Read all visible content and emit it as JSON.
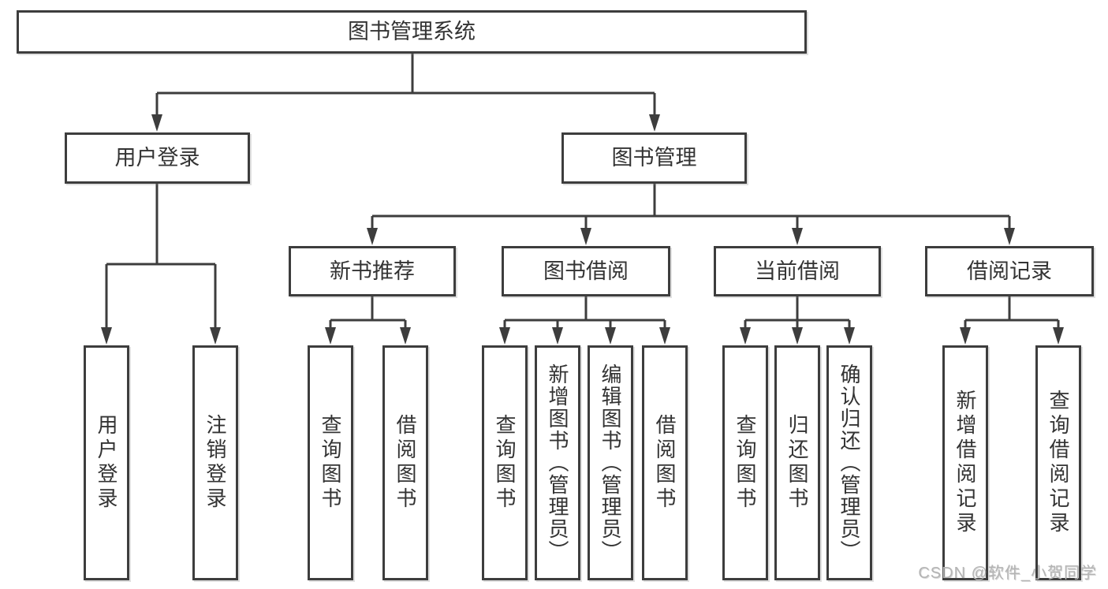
{
  "page": {
    "background_color": "#ffffff",
    "line_color": "#3d3d3d",
    "text_color": "#333333",
    "watermark": {
      "text": "CSDN @软件_小贺同学",
      "color": "#b4b4b4"
    }
  },
  "tree": {
    "root": {
      "label": "图书管理系统"
    },
    "branches": [
      {
        "label": "用户登录",
        "children": [
          {
            "label": "用户登录"
          },
          {
            "label": "注销登录"
          }
        ]
      },
      {
        "label": "图书管理",
        "children": [
          {
            "label": "新书推荐",
            "children": [
              {
                "label": "查询图书"
              },
              {
                "label": "借阅图书"
              }
            ]
          },
          {
            "label": "图书借阅",
            "children": [
              {
                "label": "查询图书"
              },
              {
                "label": "新增图书（管理员）"
              },
              {
                "label": "编辑图书（管理员）"
              },
              {
                "label": "借阅图书"
              }
            ]
          },
          {
            "label": "当前借阅",
            "children": [
              {
                "label": "查询图书"
              },
              {
                "label": "归还图书"
              },
              {
                "label": "确认归还（管理员）"
              }
            ]
          },
          {
            "label": "借阅记录",
            "children": [
              {
                "label": "新增借阅记录"
              },
              {
                "label": "查询借阅记录"
              }
            ]
          }
        ]
      }
    ]
  }
}
